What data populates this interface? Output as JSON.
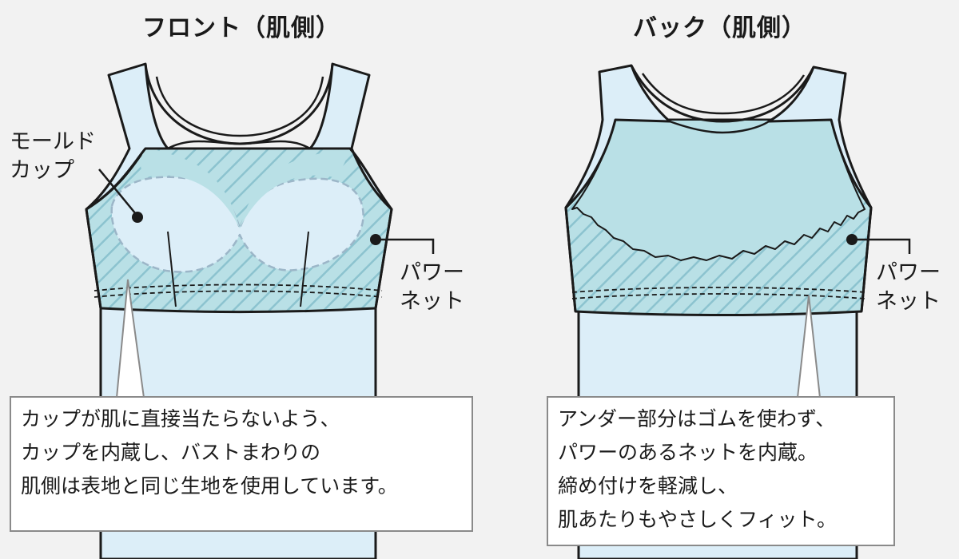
{
  "front": {
    "title": "フロント（肌側）",
    "label_mold_cup": [
      "モールド",
      "カップ"
    ],
    "label_power_net": [
      "パワー",
      "ネット"
    ],
    "callout_lines": [
      "カップが肌に直接当たらないよう、",
      "カップを内蔵し、バストまわりの",
      "肌側は表地と同じ生地を使用しています。"
    ]
  },
  "back": {
    "title": "バック（肌側）",
    "label_power_net": [
      "パワー",
      "ネット"
    ],
    "callout_lines": [
      "アンダー部分はゴムを使わず、",
      "パワーのあるネットを内蔵。",
      "締め付けを軽減し、",
      "肌あたりもやさしくフィット。"
    ]
  },
  "colors": {
    "fabric_light": "#dceef8",
    "fabric_mid": "#b9e0e6",
    "net_hatch": "#8cc3cf",
    "outline": "#1a1a1a",
    "callout_border": "#8a8a8a"
  }
}
